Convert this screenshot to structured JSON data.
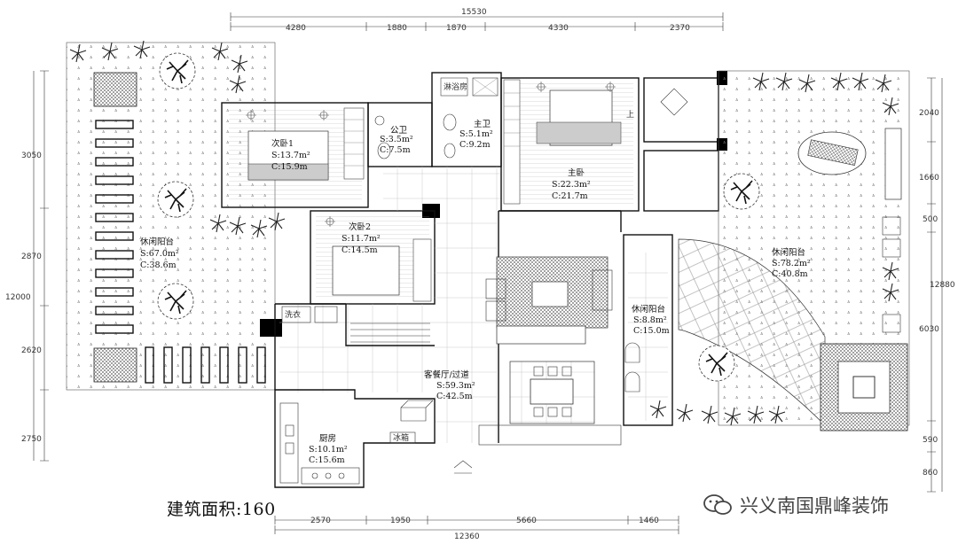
{
  "dimensions": {
    "top_total": "15530",
    "top": [
      "4280",
      "1880",
      "1870",
      "4330",
      "2370"
    ],
    "bottom_total": "12360",
    "bottom": [
      "2570",
      "1950",
      "5660",
      "1460"
    ],
    "left": [
      "3050",
      "2870",
      "2620",
      "2750"
    ],
    "left_total": "12000",
    "right": [
      "2040",
      "1660",
      "500",
      "6030",
      "590",
      "860"
    ],
    "right_total": "12880"
  },
  "rooms": {
    "bedroom2": {
      "name": "次卧1",
      "s": "S:13.7m²",
      "c": "C:15.9m"
    },
    "public_bath": {
      "name": "公卫",
      "s": "S:3.5m²",
      "c": "C:7.5m"
    },
    "master_bath": {
      "name": "主卫",
      "s": "S:5.1m²",
      "c": "C:9.2m"
    },
    "master_bed": {
      "name": "主卧",
      "s": "S:22.3m²",
      "c": "C:21.7m"
    },
    "bedroom3": {
      "name": "次卧2",
      "s": "S:11.7m²",
      "c": "C:14.5m"
    },
    "left_balcony": {
      "name": "休闲阳台",
      "s": "S:67.0m²",
      "c": "C:38.6m"
    },
    "right_balcony": {
      "name": "休闲阳台",
      "s": "S:78.2m²",
      "c": "C:40.8m"
    },
    "small_balcony": {
      "name": "休闲阳台",
      "s": "S:8.8m²",
      "c": "C:15.0m"
    },
    "living": {
      "name": "客餐厅/过道",
      "s": "S:59.3m²",
      "c": "C:42.5m"
    },
    "kitchen": {
      "name": "厨房",
      "s": "S:10.1m²",
      "c": "C:15.6m"
    }
  },
  "fixtures": {
    "shower_label": "淋浴房",
    "wash_label": "洗衣",
    "fridge_label": "冰箱",
    "up_mark": "上"
  },
  "area_label": "建筑面积:160",
  "watermark": "兴义南国鼎峰装饰"
}
